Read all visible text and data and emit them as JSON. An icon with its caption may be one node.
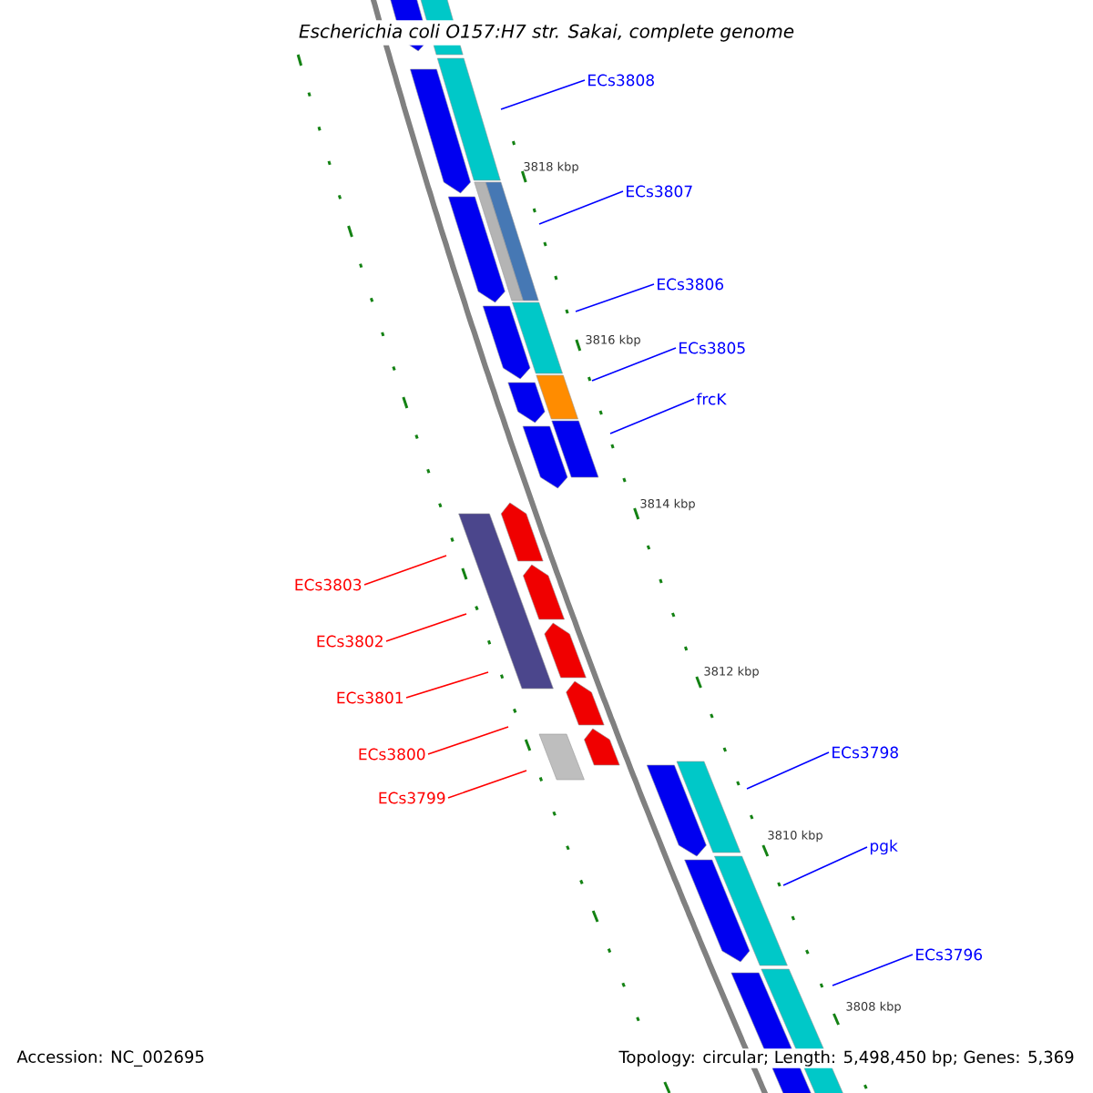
{
  "diagram": {
    "title": "Escherichia coli O157:H7 str. Sakai, complete genome",
    "nodes": [
      {
        "text": [
          "ECs3808"
        ]
      },
      {
        "text": [
          "ECs3807"
        ]
      },
      {
        "text": [
          "ECs3806"
        ]
      },
      {
        "text": [
          "ECs3805"
        ]
      },
      {
        "text": [
          "frcK"
        ]
      },
      {
        "text": [
          "ECs3803"
        ]
      },
      {
        "text": [
          "ECs3802"
        ]
      },
      {
        "text": [
          "ECs3801"
        ]
      },
      {
        "text": [
          "ECs3800"
        ]
      },
      {
        "text": [
          "ECs3799"
        ]
      },
      {
        "text": [
          "ECs3798"
        ]
      },
      {
        "text": [
          "pgk"
        ]
      },
      {
        "text": [
          "ECs3796"
        ]
      }
    ],
    "edges": [
      {
        "from": 0,
        "to": null,
        "arrow": "none",
        "color": "#0000ff"
      },
      {
        "from": 1,
        "to": null,
        "arrow": "none",
        "color": "#0000ff"
      },
      {
        "from": 2,
        "to": null,
        "arrow": "none",
        "color": "#0000ff"
      },
      {
        "from": 3,
        "to": null,
        "arrow": "none",
        "color": "#0000ff"
      },
      {
        "from": 4,
        "to": null,
        "arrow": "none",
        "color": "#0000ff"
      },
      {
        "from": 5,
        "to": null,
        "arrow": "none",
        "color": "#ff0000"
      },
      {
        "from": 6,
        "to": null,
        "arrow": "none",
        "color": "#ff0000"
      },
      {
        "from": 7,
        "to": null,
        "arrow": "none",
        "color": "#ff0000"
      },
      {
        "from": 8,
        "to": null,
        "arrow": "none",
        "color": "#ff0000"
      },
      {
        "from": 9,
        "to": null,
        "arrow": "none",
        "color": "#ff0000"
      },
      {
        "from": 10,
        "to": null,
        "arrow": "none",
        "color": "#0000ff"
      },
      {
        "from": 11,
        "to": null,
        "arrow": "none",
        "color": "#0000ff"
      },
      {
        "from": 12,
        "to": null,
        "arrow": "none",
        "color": "#0000ff"
      }
    ],
    "labels": [
      "3818 kbp",
      "3816 kbp",
      "3814 kbp",
      "3812 kbp",
      "3810 kbp",
      "3808 kbp",
      "Accession: NC_002695",
      "Topology: circular; Length: 5,498,450 bp; Genes: 5,369"
    ]
  }
}
